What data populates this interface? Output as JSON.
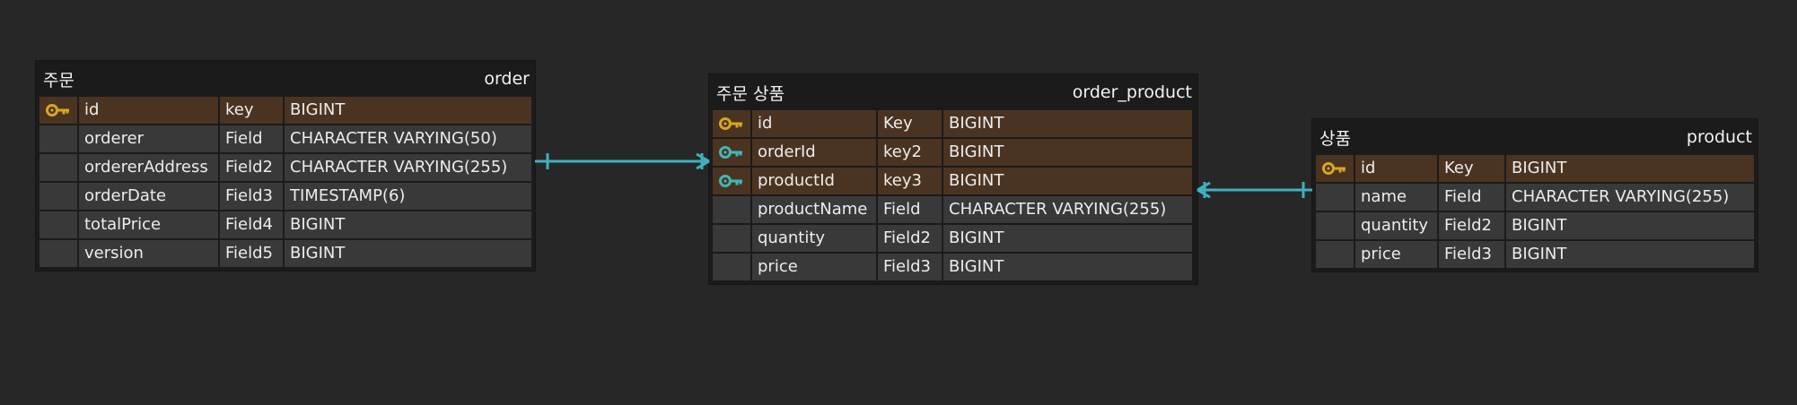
{
  "colors": {
    "background": "#272727",
    "entity_bg": "#1b1b1b",
    "row_bg": "#393939",
    "key_row_bg": "#4a3421",
    "pk_icon": "#d9a520",
    "fk_icon": "#3fb8b8",
    "relation_line": "#3fb0c0"
  },
  "entities": {
    "order": {
      "logical_name": "주문",
      "physical_name": "order",
      "columns": [
        {
          "key_icon": "primary-key-icon",
          "name": "id",
          "field": "key",
          "type": "BIGINT"
        },
        {
          "key_icon": "",
          "name": "orderer",
          "field": "Field",
          "type": "CHARACTER VARYING(50)"
        },
        {
          "key_icon": "",
          "name": "ordererAddress",
          "field": "Field2",
          "type": "CHARACTER VARYING(255)"
        },
        {
          "key_icon": "",
          "name": "orderDate",
          "field": "Field3",
          "type": "TIMESTAMP(6)"
        },
        {
          "key_icon": "",
          "name": "totalPrice",
          "field": "Field4",
          "type": "BIGINT"
        },
        {
          "key_icon": "",
          "name": "version",
          "field": "Field5",
          "type": "BIGINT"
        }
      ]
    },
    "order_product": {
      "logical_name": "주문 상품",
      "physical_name": "order_product",
      "columns": [
        {
          "key_icon": "primary-key-icon",
          "name": "id",
          "field": "Key",
          "type": "BIGINT"
        },
        {
          "key_icon": "foreign-key-icon",
          "name": "orderId",
          "field": "key2",
          "type": "BIGINT"
        },
        {
          "key_icon": "foreign-key-icon",
          "name": "productId",
          "field": "key3",
          "type": "BIGINT"
        },
        {
          "key_icon": "",
          "name": "productName",
          "field": "Field",
          "type": "CHARACTER VARYING(255)"
        },
        {
          "key_icon": "",
          "name": "quantity",
          "field": "Field2",
          "type": "BIGINT"
        },
        {
          "key_icon": "",
          "name": "price",
          "field": "Field3",
          "type": "BIGINT"
        }
      ]
    },
    "product": {
      "logical_name": "상품",
      "physical_name": "product",
      "columns": [
        {
          "key_icon": "primary-key-icon",
          "name": "id",
          "field": "Key",
          "type": "BIGINT"
        },
        {
          "key_icon": "",
          "name": "name",
          "field": "Field",
          "type": "CHARACTER VARYING(255)"
        },
        {
          "key_icon": "",
          "name": "quantity",
          "field": "Field2",
          "type": "BIGINT"
        },
        {
          "key_icon": "",
          "name": "price",
          "field": "Field3",
          "type": "BIGINT"
        }
      ]
    }
  },
  "relations": [
    {
      "from": "order",
      "to": "order_product",
      "from_cardinality": "one",
      "to_cardinality": "many"
    },
    {
      "from": "order_product",
      "to": "product",
      "from_cardinality": "many",
      "to_cardinality": "one"
    }
  ]
}
